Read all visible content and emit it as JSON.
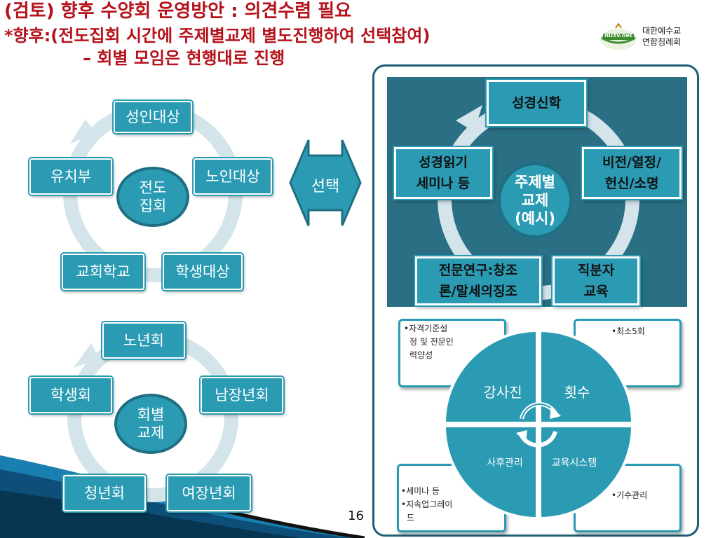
{
  "title": "(검토) 향후 수양회 운영방안 : 의견수렴 필요",
  "subtitle1": "*향후:(전도집회 시간에 주제별교제 별도진행하여 선택참여)",
  "subtitle2": "– 회별 모임은 현행대로 진행",
  "logo": {
    "text": "nlctv.net",
    "org_line1": "대한예수교",
    "org_line2": "연합침례회"
  },
  "cycle1": {
    "center_line1": "전도",
    "center_line2": "집회",
    "items": [
      "성인대상",
      "노인대상",
      "학생대상",
      "교회학교",
      "유치부"
    ]
  },
  "cycle2": {
    "center_line1": "회별",
    "center_line2": "교제",
    "items": [
      "노년회",
      "남장년회",
      "여장년회",
      "청년회",
      "학생회"
    ]
  },
  "select_label": "선택",
  "topics": {
    "center_line1": "주제별",
    "center_line2": "교제",
    "center_line3": "(예시)",
    "top": "성경신학",
    "right_line1": "비전/열정/",
    "right_line2": "헌신/소명",
    "bottom_right_line1": "직분자",
    "bottom_right_line2": "교육",
    "bottom_left_line1": "전문연구:창조",
    "bottom_left_line2": "론/말세의징조",
    "left_line1": "성경읽기",
    "left_line2": "세미나 등"
  },
  "system": {
    "q1": "강사진",
    "q2": "횟수",
    "q3": "사후관리",
    "q4": "교육시스템",
    "note_tl_1": "•자격기준설",
    "note_tl_2": "정 및 전문인",
    "note_tl_3": "력양성",
    "note_tr": "•최소5회",
    "note_bl_1": "•세미나 등",
    "note_bl_2": "•지속업그레이",
    "note_bl_3": "드",
    "note_br": "•기수관리"
  },
  "page_number": "16",
  "colors": {
    "title": "#b5121b",
    "teal": "#2b9bb4",
    "dark_teal": "#1f5f73",
    "arc": "#d3e4ea"
  }
}
